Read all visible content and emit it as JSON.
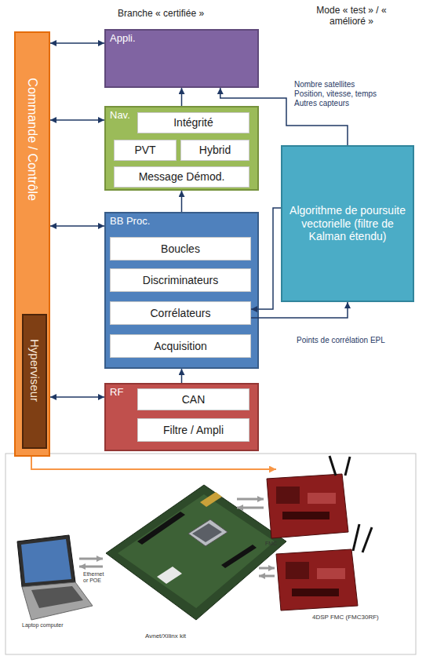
{
  "diagram": {
    "nodes": [
      {
        "text": [
          "Commande / Contrôle"
        ]
      },
      {
        "text": [
          "Hyperviseur"
        ],
        "in": 0
      },
      {
        "text": [
          "Appli."
        ]
      },
      {
        "text": [
          "Nav."
        ]
      },
      {
        "text": [
          "Intégrité"
        ],
        "in": 3
      },
      {
        "text": [
          "PVT"
        ],
        "in": 3
      },
      {
        "text": [
          "Hybrid"
        ],
        "in": 3
      },
      {
        "text": [
          "Message Démod."
        ],
        "in": 3
      },
      {
        "text": [
          "BB Proc."
        ]
      },
      {
        "text": [
          "Boucles"
        ],
        "in": 8
      },
      {
        "text": [
          "Discriminateurs"
        ],
        "in": 8
      },
      {
        "text": [
          "Corrélateurs"
        ],
        "in": 8
      },
      {
        "text": [
          "Acquisition"
        ],
        "in": 8
      },
      {
        "text": [
          "Algorithme de poursuite vectorielle (filtre de Kalman étendu)"
        ]
      },
      {
        "text": [
          "RF"
        ]
      },
      {
        "text": [
          "CAN"
        ],
        "in": 14
      },
      {
        "text": [
          "Filtre / Ampli"
        ],
        "in": 14
      }
    ],
    "edges": [
      {
        "from": 0,
        "to": 2,
        "arrow": "both"
      },
      {
        "from": 0,
        "to": 3,
        "arrow": "both"
      },
      {
        "from": 0,
        "to": 8,
        "arrow": "both"
      },
      {
        "from": 0,
        "to": 14,
        "arrow": "both"
      },
      {
        "from": 14,
        "to": 8,
        "arrow": "to"
      },
      {
        "from": 8,
        "to": 3,
        "arrow": "to"
      },
      {
        "from": 3,
        "to": 2,
        "arrow": "to"
      },
      {
        "from": 13,
        "to": 2,
        "arrow": "to",
        "label": "Nombre satellites Position, vitesse, temps Autres capteurs"
      },
      {
        "from": 13,
        "to": 11,
        "arrow": "to"
      },
      {
        "from": 11,
        "to": 13,
        "arrow": "to",
        "label": "Points de corrélation EPL"
      }
    ],
    "labels": [
      "Branche « certifiée »",
      "Mode « test » / « amélioré »",
      "Laptop computer",
      "Ethernet or POE",
      "Avnet/Xilinx kit",
      "FMC",
      "4DSP FMC (FMC30RF)"
    ]
  }
}
